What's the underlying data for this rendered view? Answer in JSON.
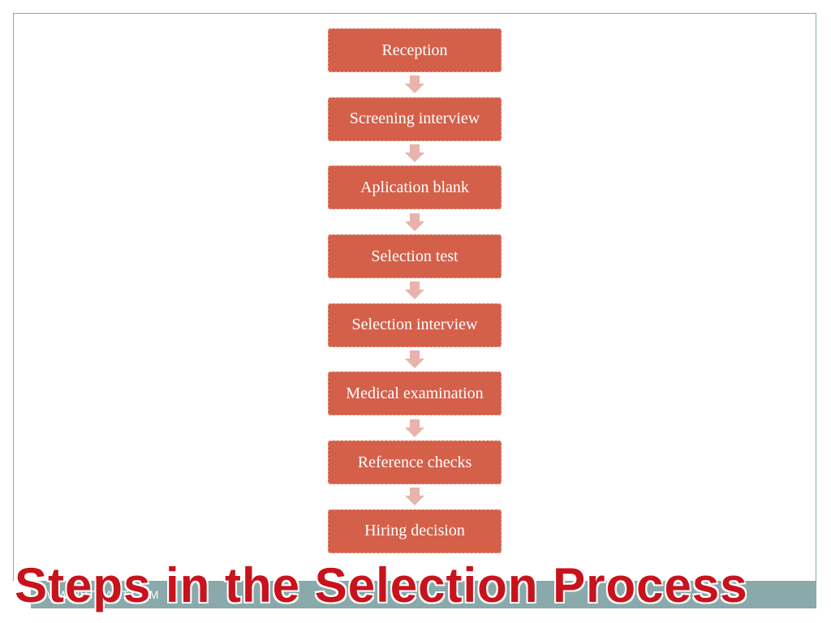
{
  "slide": {
    "title": "Steps in the Selection Process",
    "url": "WWW.PPTMART.COM"
  },
  "steps": [
    "Reception",
    "Screening interview",
    "Aplication blank",
    "Selection test",
    "Selection interview",
    "Medical examination",
    "Reference checks",
    "Hiring decision"
  ],
  "colors": {
    "box_fill": "#d4604a",
    "arrow_fill": "#e8b3aa",
    "title": "#c8121c",
    "footer_bar": "#8aa9aa"
  }
}
